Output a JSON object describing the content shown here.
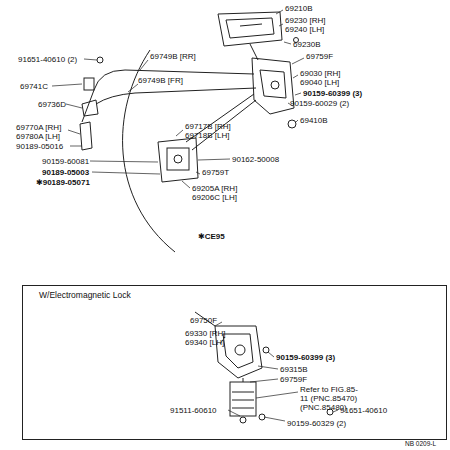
{
  "diagram": {
    "nodes": [
      {
        "text": [
          "W/Electromagnetic Lock"
        ]
      }
    ],
    "labels": [
      "69210B",
      "69230 [RH]",
      "69240 [LH]",
      "69230B",
      "91651-40610 (2)",
      "69749B [RR]",
      "69759F",
      "69741C",
      "69749B [FR]",
      "69030 [RH]",
      "69040 [LH]",
      "90159-60399 (3)",
      "69736D",
      "90159-60029 (2)",
      "69410B",
      "69770A [RH]",
      "69780A [LH]",
      "69717B [RH]",
      "69718B [LH]",
      "90189-05016",
      "90159-60081",
      "90162-50008",
      "90189-05003",
      "✱90189-05071",
      "69759T",
      "69205A [RH]",
      "69206C [LH]",
      "✱CE95",
      "69750F",
      "69330 [RH]",
      "69340 [LH]",
      "90159-60399 (3)",
      "69315B",
      "69759F",
      "Refer to FIG.85-11 (PNC.85470) (PNC.85480)",
      "91511-60610",
      "91651-40610",
      "90159-60329 (2)",
      "NB 0209-L"
    ]
  }
}
